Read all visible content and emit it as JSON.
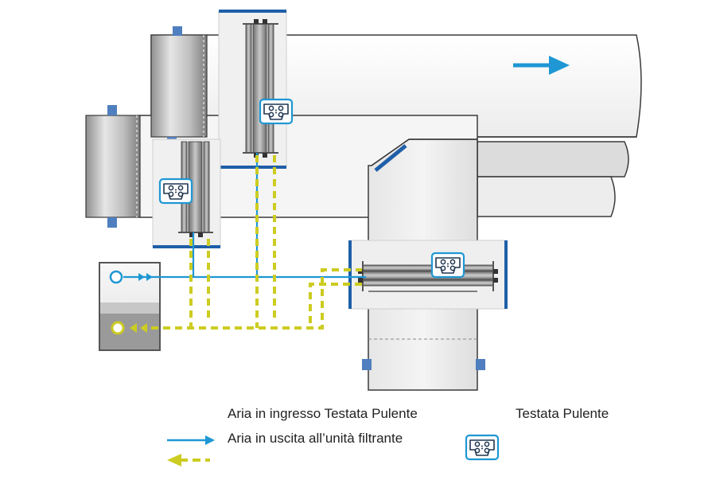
{
  "colors": {
    "clean_air_line": "#1f97d4",
    "return_air_line": "#cccc22",
    "duct_outline": "#3a3a3a",
    "duct_fill": "#f3f3f3",
    "duct_shadow": "#cfcfcf",
    "accent_blue": "#1f5fa8",
    "flange_bolt": "#4f7fbf",
    "flow_arrow": "#1f97d4"
  },
  "icons": {
    "head": "clean-head-icon",
    "flow_direction": "arrow-right-icon",
    "inlet_port": "air-inlet-port-icon",
    "outlet_port": "air-outlet-port-icon"
  },
  "legend": {
    "inlet_label": "Aria in ingresso Testata Pulente",
    "outlet_label": "Aria in uscita all’unità filtrante",
    "head_label": "Testata Pulente"
  }
}
